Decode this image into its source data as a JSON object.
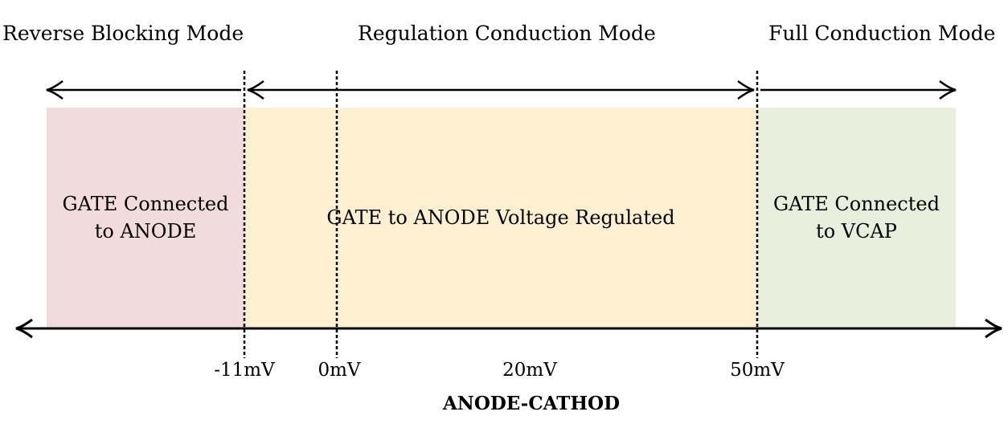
{
  "modes": [
    {
      "label": "Reverse Blocking Mode"
    },
    {
      "label": "Regulation Conduction Mode"
    },
    {
      "label": "Full Conduction Mode"
    }
  ],
  "regions": [
    {
      "line1": "GATE Connected",
      "line2": "to ANODE",
      "color": "#f1dcdb"
    },
    {
      "line1": "GATE to ANODE Voltage Regulated",
      "line2": "",
      "color": "#fdf0d0"
    },
    {
      "line1": "GATE Connected",
      "line2": "to VCAP",
      "color": "#e8efdd"
    }
  ],
  "ticks": [
    {
      "label": "-11mV"
    },
    {
      "label": "0mV"
    },
    {
      "label": "20mV"
    },
    {
      "label": "50mV"
    }
  ],
  "axis_title": "ANODE-CATHOD"
}
